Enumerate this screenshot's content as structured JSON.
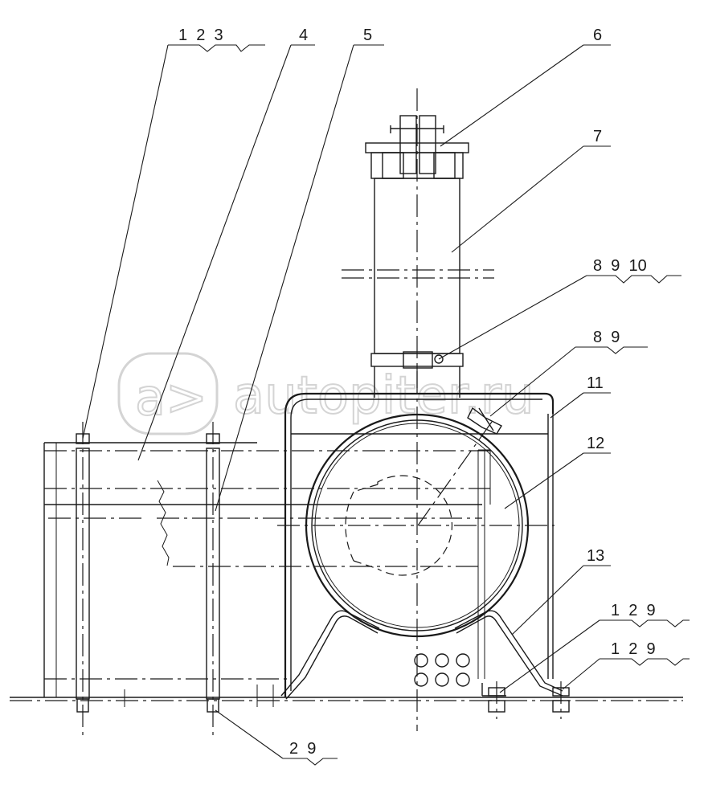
{
  "watermark": {
    "text": "autopiter.ru"
  },
  "callouts": [
    {
      "id": "c-1-2-3",
      "label": "1  2  3"
    },
    {
      "id": "c-4",
      "label": "4"
    },
    {
      "id": "c-5",
      "label": "5"
    },
    {
      "id": "c-6",
      "label": "6"
    },
    {
      "id": "c-7",
      "label": "7"
    },
    {
      "id": "c-8-9-10",
      "label": "8  9  10"
    },
    {
      "id": "c-8-9",
      "label": "8  9"
    },
    {
      "id": "c-11",
      "label": "11"
    },
    {
      "id": "c-12",
      "label": "12"
    },
    {
      "id": "c-13",
      "label": "13"
    },
    {
      "id": "c-1-2-9a",
      "label": "1  2  9"
    },
    {
      "id": "c-1-2-9b",
      "label": "1  2  9"
    },
    {
      "id": "c-2-9",
      "label": "2  9"
    }
  ]
}
